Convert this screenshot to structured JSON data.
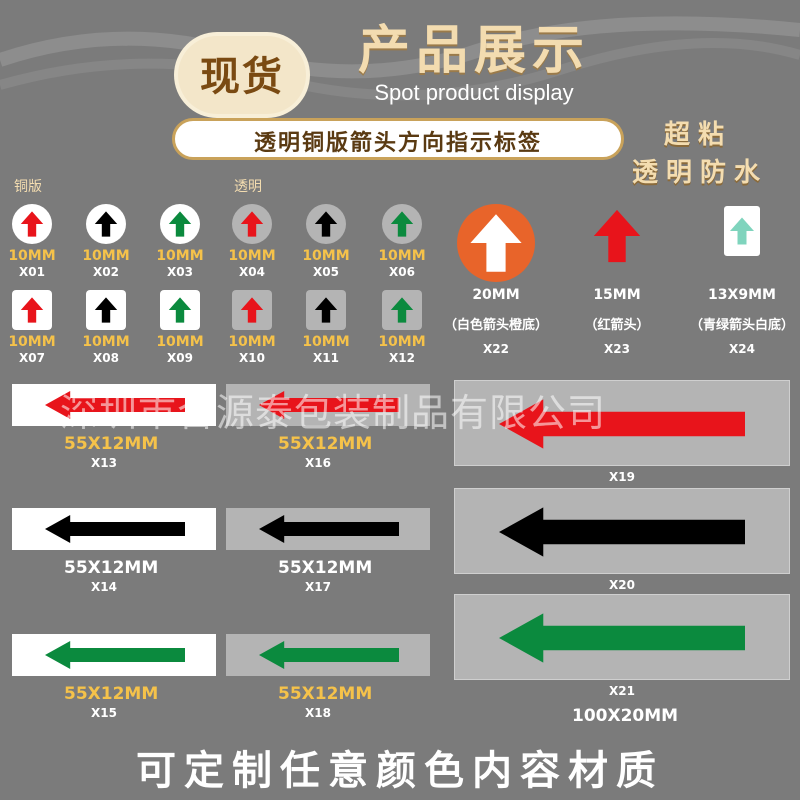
{
  "header": {
    "badge": "现货",
    "title": "产品展示",
    "subtitle": "Spot product display",
    "product_name": "透明铜版箭头方向指示标签",
    "callout_line1": "超粘",
    "callout_line2": "透明防水"
  },
  "sections": {
    "copper": "铜版",
    "transparent": "透明"
  },
  "small_items": [
    {
      "code": "X01",
      "size": "10MM",
      "shape": "circle",
      "base": "white",
      "arrow": "red"
    },
    {
      "code": "X02",
      "size": "10MM",
      "shape": "circle",
      "base": "white",
      "arrow": "black"
    },
    {
      "code": "X03",
      "size": "10MM",
      "shape": "circle",
      "base": "white",
      "arrow": "green"
    },
    {
      "code": "X04",
      "size": "10MM",
      "shape": "circle",
      "base": "clear",
      "arrow": "red"
    },
    {
      "code": "X05",
      "size": "10MM",
      "shape": "circle",
      "base": "clear",
      "arrow": "black"
    },
    {
      "code": "X06",
      "size": "10MM",
      "shape": "circle",
      "base": "clear",
      "arrow": "green"
    },
    {
      "code": "X07",
      "size": "10MM",
      "shape": "square",
      "base": "white",
      "arrow": "red"
    },
    {
      "code": "X08",
      "size": "10MM",
      "shape": "square",
      "base": "white",
      "arrow": "black"
    },
    {
      "code": "X09",
      "size": "10MM",
      "shape": "square",
      "base": "white",
      "arrow": "green"
    },
    {
      "code": "X10",
      "size": "10MM",
      "shape": "square",
      "base": "clear",
      "arrow": "red"
    },
    {
      "code": "X11",
      "size": "10MM",
      "shape": "square",
      "base": "clear",
      "arrow": "black"
    },
    {
      "code": "X12",
      "size": "10MM",
      "shape": "square",
      "base": "clear",
      "arrow": "green"
    }
  ],
  "feature_items": [
    {
      "code": "X22",
      "size": "20MM",
      "desc": "（白色箭头橙底）"
    },
    {
      "code": "X23",
      "size": "15MM",
      "desc": "（红箭头）"
    },
    {
      "code": "X24",
      "size": "13X9MM",
      "desc": "（青绿箭头白底）"
    }
  ],
  "bars": [
    {
      "code": "X13",
      "size": "55X12MM",
      "base": "white",
      "arrow": "red"
    },
    {
      "code": "X16",
      "size": "55X12MM",
      "base": "clear",
      "arrow": "red"
    },
    {
      "code": "X14",
      "size": "55X12MM",
      "base": "white",
      "arrow": "black"
    },
    {
      "code": "X17",
      "size": "55X12MM",
      "base": "clear",
      "arrow": "black"
    },
    {
      "code": "X15",
      "size": "55X12MM",
      "base": "white",
      "arrow": "green"
    },
    {
      "code": "X18",
      "size": "55X12MM",
      "base": "clear",
      "arrow": "green"
    }
  ],
  "big_bars": [
    {
      "code": "X19",
      "arrow": "red"
    },
    {
      "code": "X20",
      "arrow": "black"
    },
    {
      "code": "X21",
      "arrow": "green"
    }
  ],
  "big_size": "100X20MM",
  "watermark": "深圳市合源泰包装制品有限公司",
  "footer": "可定制任意颜色内容材质",
  "colors": {
    "red": "#e8141b",
    "black": "#000000",
    "green": "#0b8a3e",
    "teal": "#7fd4bd",
    "orange": "#e8642a",
    "clear": "#b4b4b4",
    "white": "#ffffff",
    "gold": "#f5c24a"
  }
}
